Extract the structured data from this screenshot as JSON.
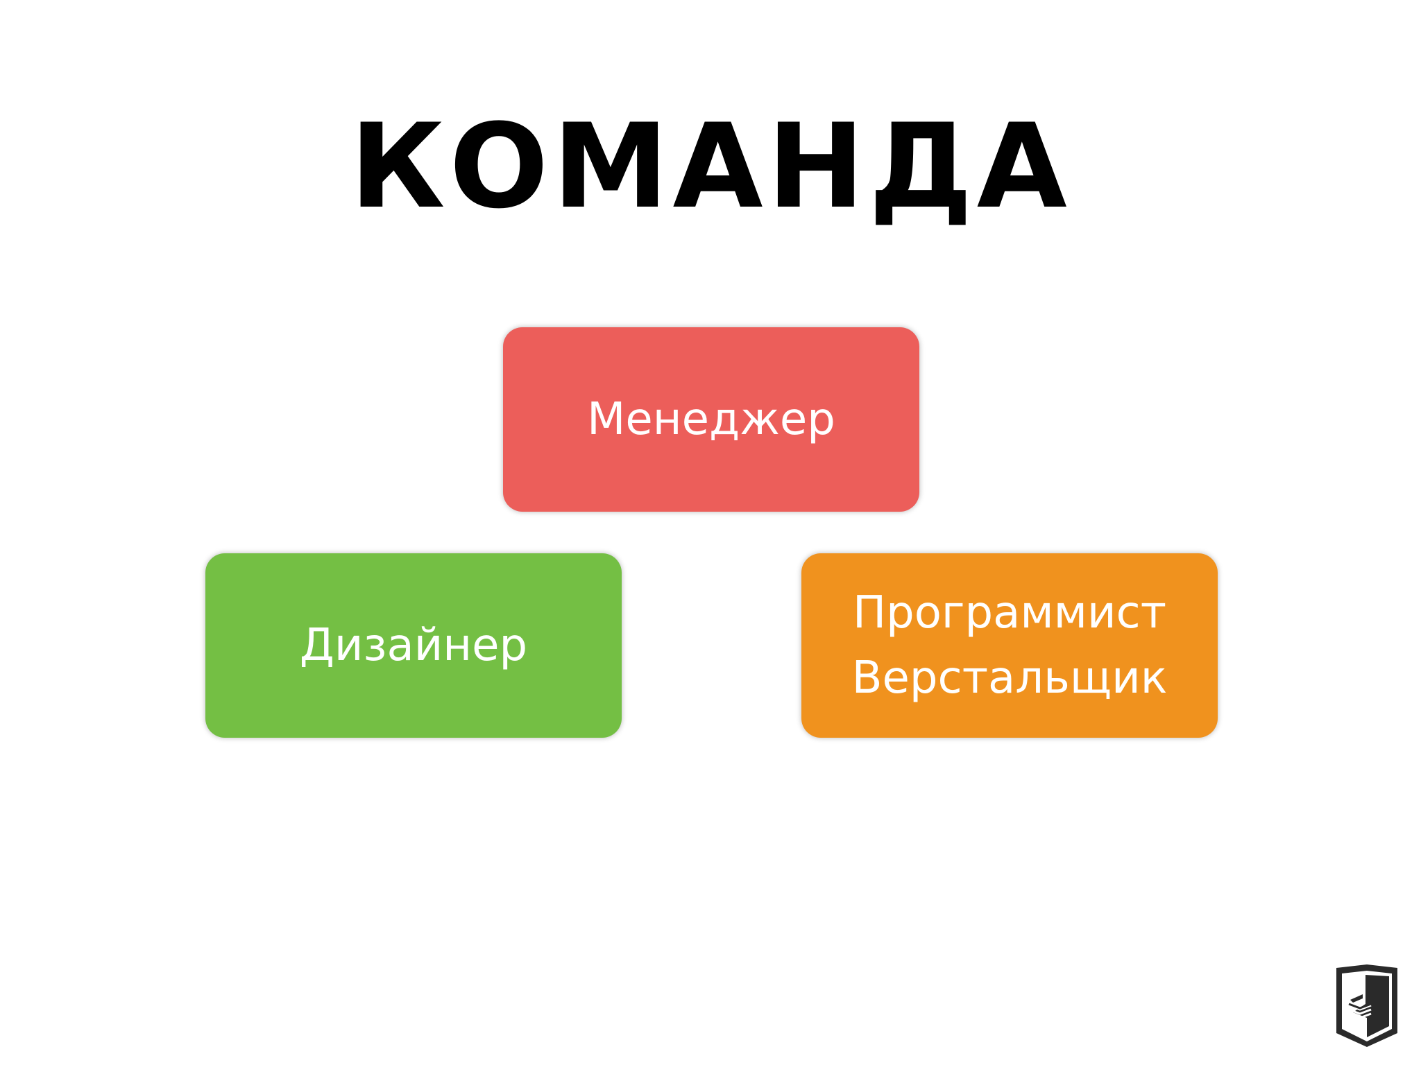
{
  "title": "КОМАНДА",
  "diagram": {
    "nodes": [
      {
        "id": "manager",
        "lines": [
          "Менеджер"
        ],
        "color": "#EC5E5A"
      },
      {
        "id": "designer",
        "lines": [
          "Дизайнер"
        ],
        "color": "#74BF44"
      },
      {
        "id": "programmer",
        "lines": [
          "Программист",
          "Верстальщик"
        ],
        "color": "#F0921E"
      }
    ]
  },
  "colors": {
    "background": "#FFFFFF",
    "title": "#000000",
    "logo": "#2A2A2A"
  },
  "logo": {
    "icon": "shield-book-logo-icon"
  }
}
